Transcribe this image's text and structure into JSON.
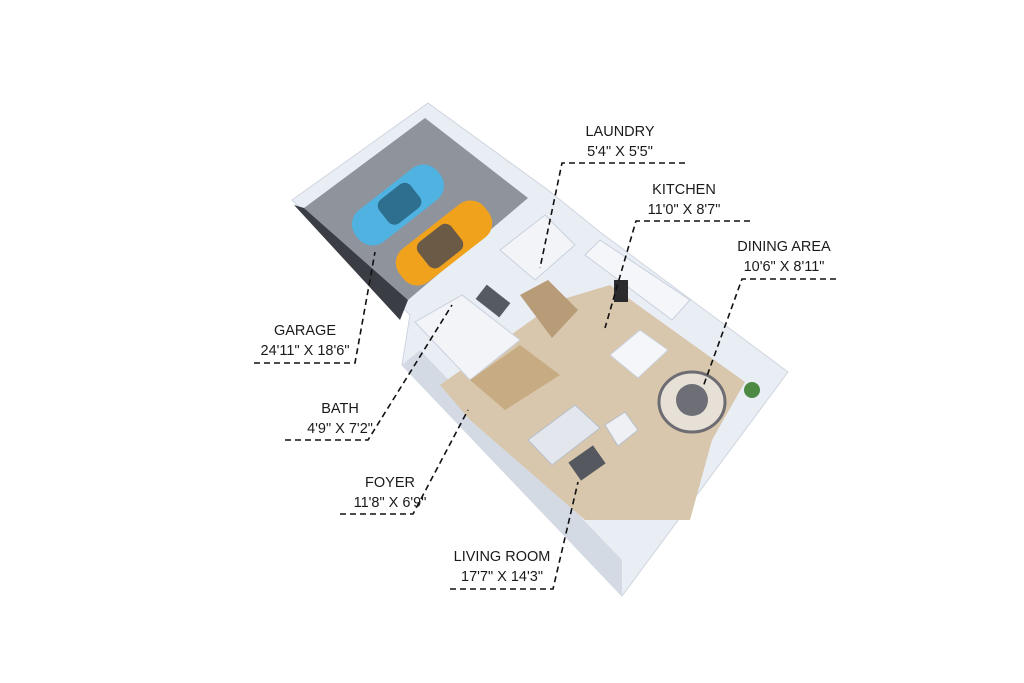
{
  "rooms": [
    {
      "name": "LAUNDRY",
      "dims": "5'4\" X 5'5\""
    },
    {
      "name": "KITCHEN",
      "dims": "11'0\" X 8'7\""
    },
    {
      "name": "DINING AREA",
      "dims": "10'6\" X 8'11\""
    },
    {
      "name": "GARAGE",
      "dims": "24'11\" X 18'6\""
    },
    {
      "name": "BATH",
      "dims": "4'9\" X 7'2\""
    },
    {
      "name": "FOYER",
      "dims": "11'8\" X 6'9\""
    },
    {
      "name": "LIVING ROOM",
      "dims": "17'7\" X 14'3\""
    }
  ],
  "colors": {
    "wall": "#eef1f6",
    "wall_shadow": "#c9d0dc",
    "garage_floor": "#8e929c",
    "wood_floor": "#d9c8ae",
    "car_blue": "#4fb2e0",
    "car_orange": "#f0a21c"
  }
}
